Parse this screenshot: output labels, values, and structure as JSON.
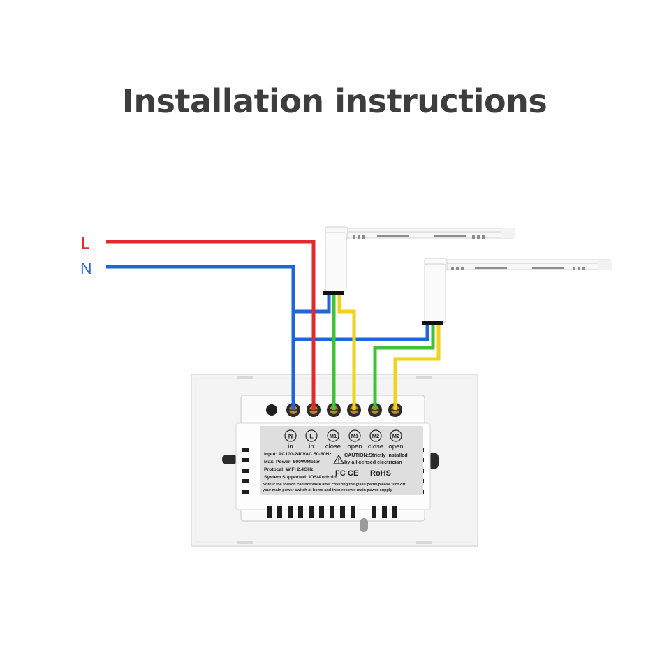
{
  "title": "Installation instructions",
  "wires": {
    "live_label": "L",
    "neutral_label": "N",
    "colors": {
      "live": "#e02b2b",
      "neutral": "#2166d6",
      "close": "#3fc236",
      "open": "#f2d21a",
      "live_label": "#e0302e",
      "neutral_label": "#2e6bd4"
    }
  },
  "motors": [
    {
      "name": "curtain-motor-1"
    },
    {
      "name": "curtain-motor-2"
    }
  ],
  "terminals": [
    {
      "symbol": "N",
      "label": "in"
    },
    {
      "symbol": "L",
      "label": "in"
    },
    {
      "symbol": "M1",
      "label": "close"
    },
    {
      "symbol": "M1",
      "label": "open"
    },
    {
      "symbol": "M2",
      "label": "close"
    },
    {
      "symbol": "M2",
      "label": "open"
    }
  ],
  "specs": {
    "input": "Input: AC100-240VAC 50-60Hz",
    "power": "Max. Power: 600W/Motor",
    "protocol": "Protocal: WiFi 2.4GHz",
    "system": "System Supported: IOS/Android"
  },
  "caution": {
    "line1": "CAUTION:Strictly installed",
    "line2": "by a licensed electrician"
  },
  "certs": {
    "fc": "FC",
    "ce": "CE",
    "rohs": "RoHS"
  },
  "note": {
    "line1": "Note:If the tousch can not work after covering the glass panel,please turn off",
    "line2": "your main power switch at home and then recover main power supply"
  }
}
